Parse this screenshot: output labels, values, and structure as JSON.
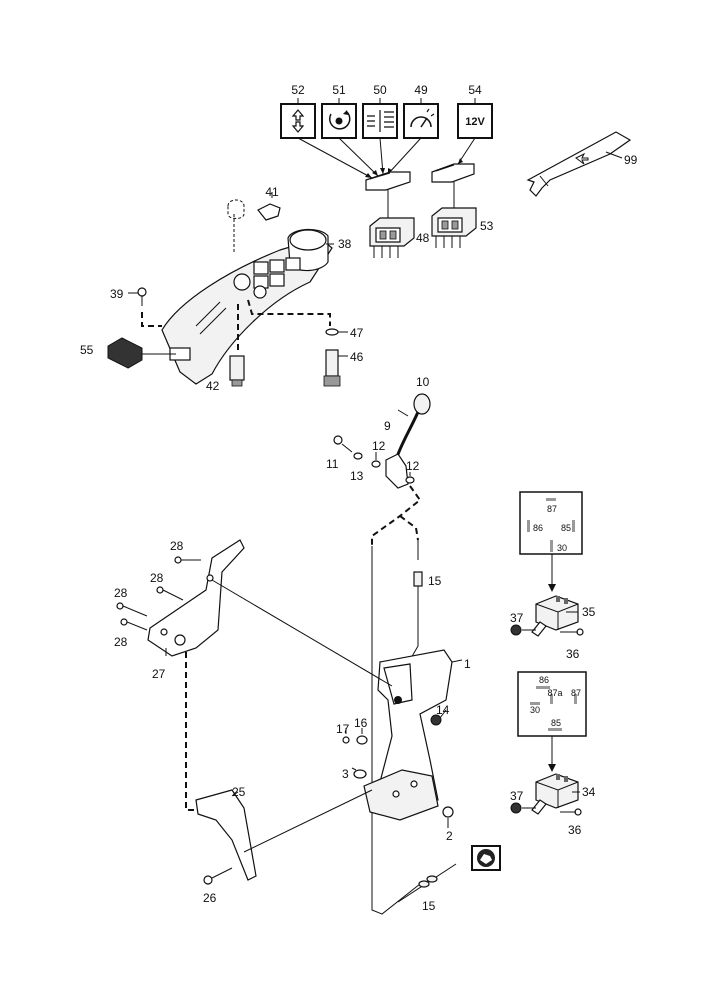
{
  "callouts": {
    "c1": "1",
    "c2": "2",
    "c3": "3",
    "c9": "9",
    "c10": "10",
    "c11": "11",
    "c12a": "12",
    "c12b": "12",
    "c13": "13",
    "c14": "14",
    "c15a": "15",
    "c15b": "15",
    "c16": "16",
    "c17": "17",
    "c25": "25",
    "c26": "26",
    "c27": "27",
    "c28a": "28",
    "c28b": "28",
    "c28c": "28",
    "c28d": "28",
    "c34": "34",
    "c35": "35",
    "c36a": "36",
    "c36b": "36",
    "c37a": "37",
    "c37b": "37",
    "c38": "38",
    "c39": "39",
    "c41": "41",
    "c42": "42",
    "c46": "46",
    "c47": "47",
    "c48": "48",
    "c49": "49",
    "c50": "50",
    "c51": "51",
    "c52": "52",
    "c53": "53",
    "c54": "54",
    "c55": "55",
    "c99": "99"
  },
  "symbol_boxes": {
    "box54_text": "12V"
  },
  "relay_top": {
    "pin87": "87",
    "pin86": "86",
    "pin85": "85",
    "pin30": "30"
  },
  "relay_bottom": {
    "pin86": "86",
    "pin87a": "87a",
    "pin87": "87",
    "pin30": "30",
    "pin85": "85"
  },
  "colors": {
    "line": "#111111",
    "background": "#ffffff",
    "part_fill": "#f2f2f2"
  }
}
